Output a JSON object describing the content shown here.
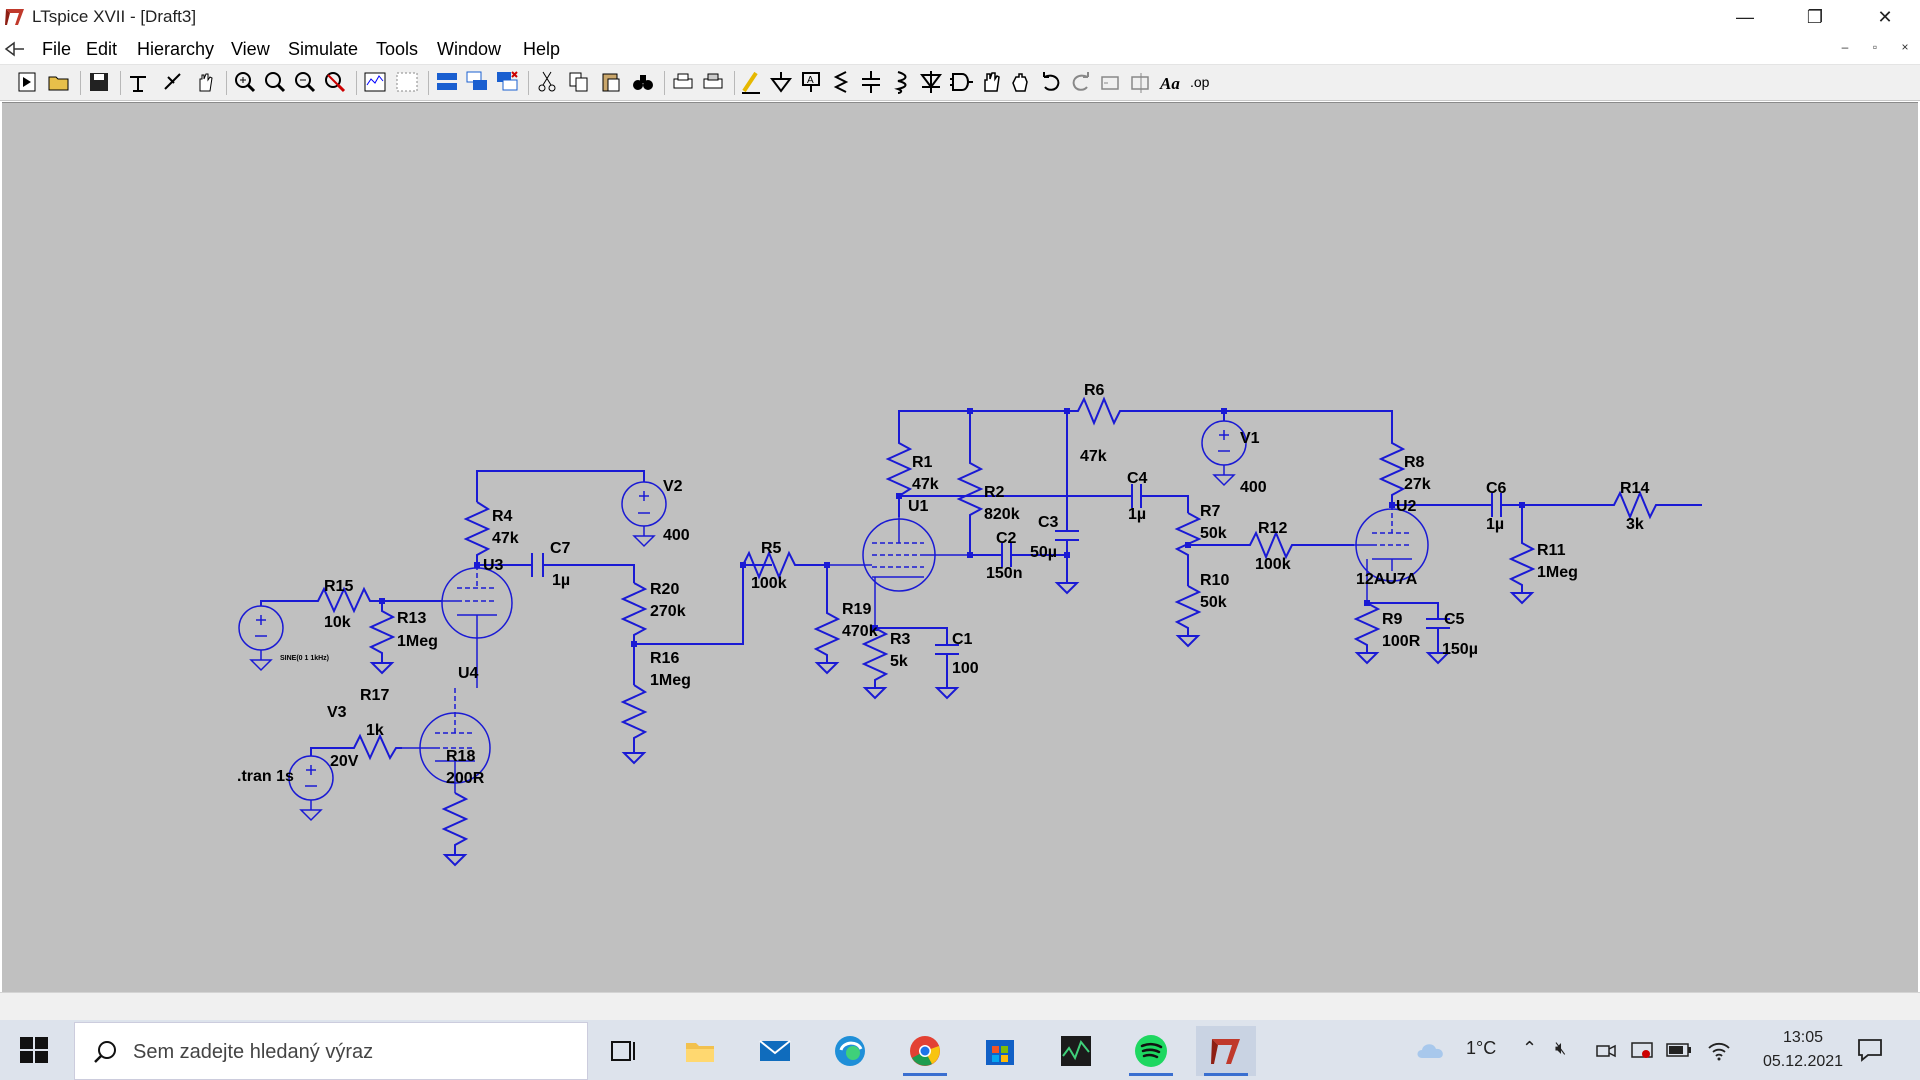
{
  "window": {
    "title": "LTspice XVII - [Draft3]",
    "minimize": "—",
    "restore": "❐",
    "close": "✕"
  },
  "menu": {
    "items": [
      "File",
      "Edit",
      "Hierarchy",
      "View",
      "Simulate",
      "Tools",
      "Window",
      "Help"
    ],
    "mdi": [
      "–",
      "▫",
      "×"
    ]
  },
  "schematic": {
    "accent_color": "#1a1ad4",
    "canvas_color": "#c0c0c0",
    "labels": {
      "R15": "R15",
      "R15v": "10k",
      "R13": "R13",
      "R13v": "1Meg",
      "R4": "R4",
      "R4v": "47k",
      "U3": "U3",
      "C7": "C7",
      "C7v": "1µ",
      "V2": "V2",
      "V2v": "400",
      "R20": "R20",
      "R20v": "270k",
      "R16": "R16",
      "R16v": "1Meg",
      "R5": "R5",
      "R5v": "100k",
      "R19": "R19",
      "R19v": "470k",
      "U1": "U1",
      "R1": "R1",
      "R1v": "47k",
      "R2": "R2",
      "R2v": "820k",
      "R3": "R3",
      "R3v": "5k",
      "C1": "C1",
      "C1v": "100",
      "C2": "C2",
      "C2v": "150n",
      "C3": "C3",
      "C3v": "50µ",
      "R6": "R6",
      "R6v": "47k",
      "C4": "C4",
      "C4v": "1µ",
      "V1": "V1",
      "V1v": "400",
      "R7": "R7",
      "R7v": "50k",
      "R10": "R10",
      "R10v": "50k",
      "R12": "R12",
      "R12v": "100k",
      "R8": "R8",
      "R8v": "27k",
      "U2": "U2",
      "U2v": "12AU7A",
      "R9": "R9",
      "R9v": "100R",
      "C5": "C5",
      "C5v": "150µ",
      "C6": "C6",
      "C6v": "1µ",
      "R11": "R11",
      "R11v": "1Meg",
      "R14": "R14",
      "R14v": "3k",
      "U4": "U4",
      "R17": "R17",
      "R17v": "1k",
      "V3": "V3",
      "V3v": "20V",
      "R18": "R18",
      "R18v": "200R",
      "sine": "SINE(0 1 1kHz)",
      "tran": ".tran 1s"
    }
  },
  "taskbar": {
    "search_placeholder": "Sem zadejte hledaný výraz",
    "weather": "1°C",
    "time": "13:05",
    "date": "05.12.2021"
  }
}
